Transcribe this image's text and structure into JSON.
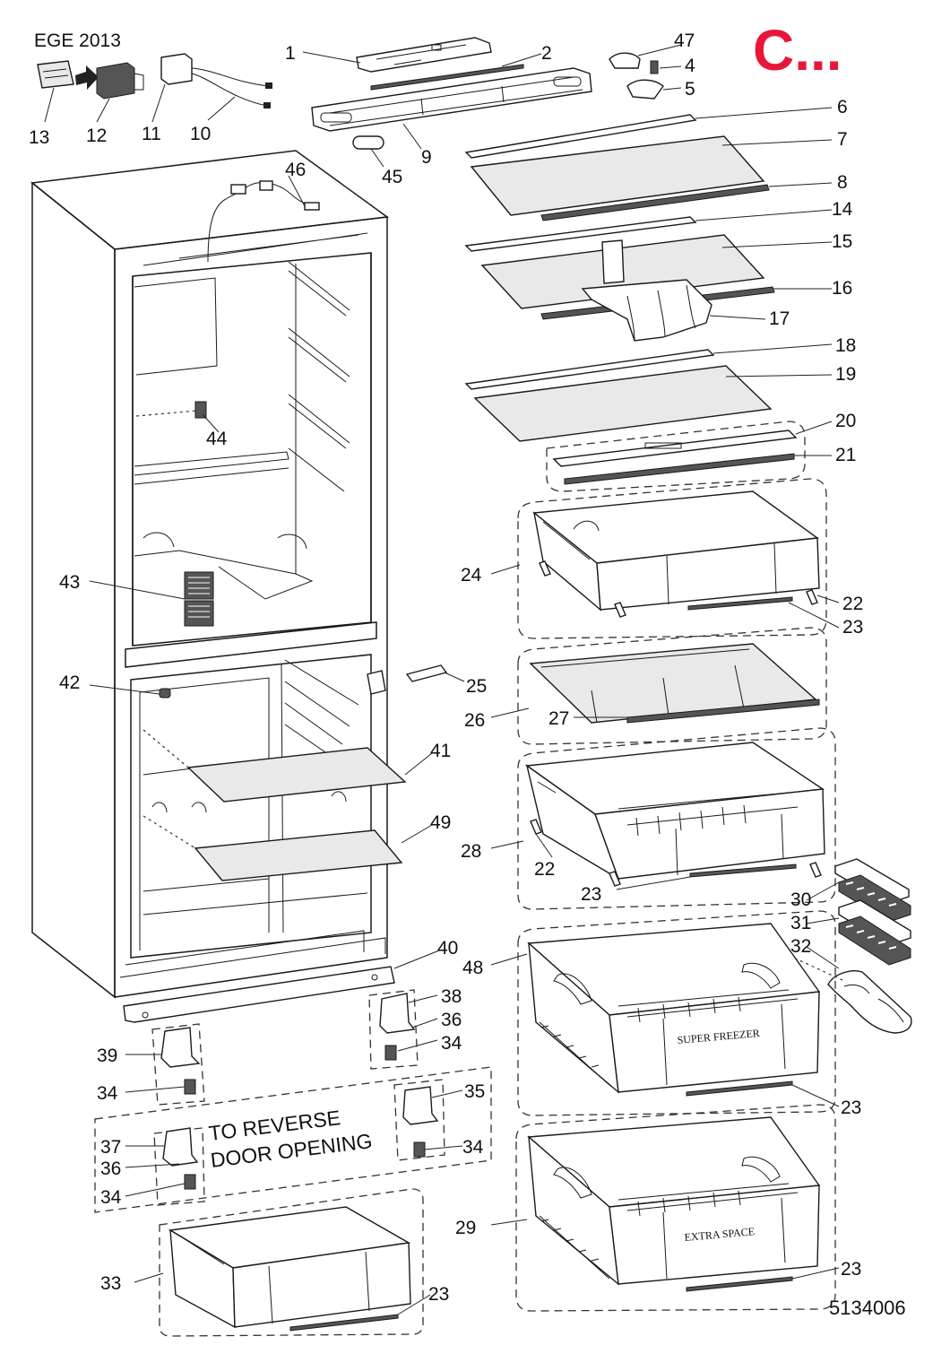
{
  "header": {
    "model_code": "EGE 2013",
    "badge": "C...",
    "drawing_number": "5134006",
    "note": [
      "TO REVERSE",
      "DOOR OPENING"
    ]
  },
  "drawer_texts": {
    "super_freezer": "SUPER FREEZER",
    "extra_space": "EXTRA SPACE"
  },
  "colors": {
    "badge": "#e8173a",
    "line": "#1a1a1a",
    "background": "#ffffff"
  },
  "labels": {
    "p1": "1",
    "p2": "2",
    "p4": "4",
    "p5": "5",
    "p6": "6",
    "p7": "7",
    "p8": "8",
    "p9": "9",
    "p10": "10",
    "p11": "11",
    "p12": "12",
    "p13": "13",
    "p14": "14",
    "p15": "15",
    "p16": "16",
    "p17": "17",
    "p18": "18",
    "p19": "19",
    "p20": "20",
    "p21": "21",
    "p22a": "22",
    "p22b": "22",
    "p23a": "23",
    "p23b": "23",
    "p23c": "23",
    "p23d": "23",
    "p23e": "23",
    "p24": "24",
    "p25": "25",
    "p26": "26",
    "p27": "27",
    "p28": "28",
    "p29": "29",
    "p30": "30",
    "p31": "31",
    "p32": "32",
    "p33": "33",
    "p34a": "34",
    "p34b": "34",
    "p34c": "34",
    "p34d": "34",
    "p35": "35",
    "p36a": "36",
    "p36b": "36",
    "p37": "37",
    "p38": "38",
    "p39": "39",
    "p40": "40",
    "p41": "41",
    "p42": "42",
    "p43": "43",
    "p44": "44",
    "p45": "45",
    "p46": "46",
    "p47": "47",
    "p48": "48",
    "p49": "49"
  }
}
